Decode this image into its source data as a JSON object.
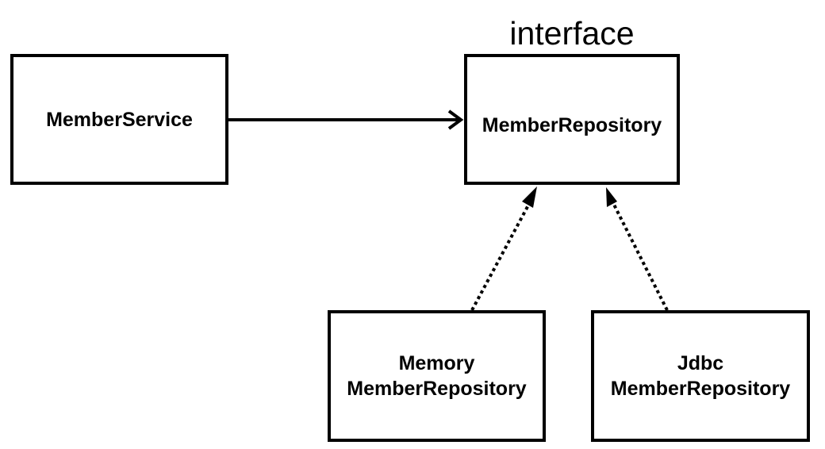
{
  "diagram": {
    "stereotype": "interface",
    "nodes": {
      "member_service": {
        "label": "MemberService"
      },
      "member_repository": {
        "label": "MemberRepository"
      },
      "memory_member_repository": {
        "line1": "Memory",
        "line2": "MemberRepository"
      },
      "jdbc_member_repository": {
        "line1": "Jdbc",
        "line2": "MemberRepository"
      }
    },
    "edges": [
      {
        "from": "MemberService",
        "to": "MemberRepository",
        "style": "solid",
        "head": "open"
      },
      {
        "from": "MemoryMemberRepository",
        "to": "MemberRepository",
        "style": "dotted",
        "head": "filled"
      },
      {
        "from": "JdbcMemberRepository",
        "to": "MemberRepository",
        "style": "dotted",
        "head": "filled"
      }
    ],
    "colors": {
      "stroke": "#000000",
      "background": "#ffffff"
    }
  }
}
